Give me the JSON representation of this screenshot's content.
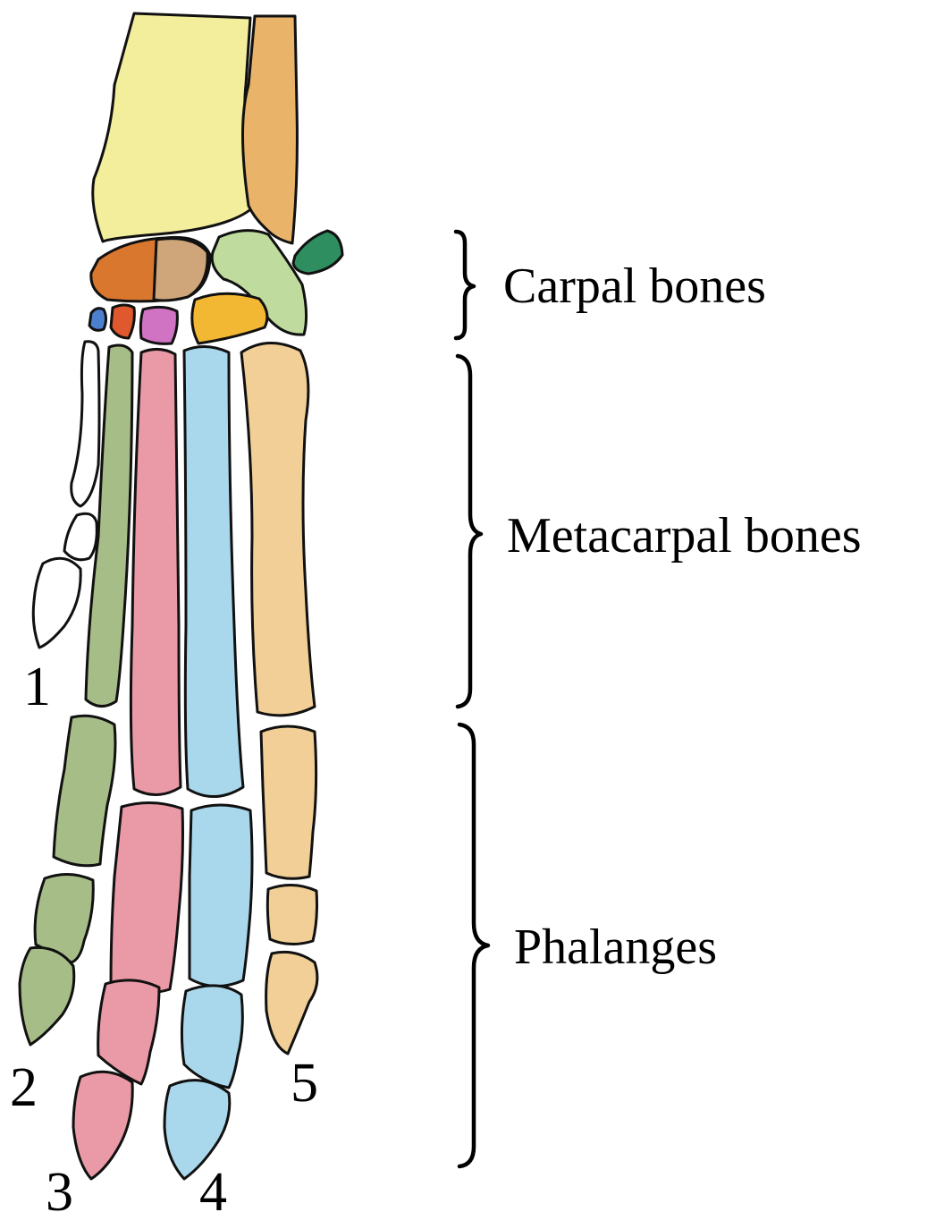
{
  "regions": {
    "carpal": {
      "label": "Carpal bones"
    },
    "metacarpal": {
      "label": "Metacarpal bones"
    },
    "phalanges": {
      "label": "Phalanges"
    }
  },
  "digits": [
    "1",
    "2",
    "3",
    "4",
    "5"
  ],
  "colors": {
    "radius": "#f3ee9c",
    "ulna": "#e9b36a",
    "accessory_carpal": "#2e8e5f",
    "radial_carpal": "#d9772e",
    "intermediate_carpal": "#cfa57a",
    "ulnar_carpal": "#bfdc9e",
    "carpal_1": "#4d7fcf",
    "carpal_2": "#e0582e",
    "carpal_3": "#cf73c2",
    "carpal_4": "#f2b733",
    "digit_1": "#ffffff",
    "digit_2": "#a7bd88",
    "digit_3": "#ea9aa6",
    "digit_4": "#a9d8ec",
    "digit_5": "#f1cf97"
  }
}
